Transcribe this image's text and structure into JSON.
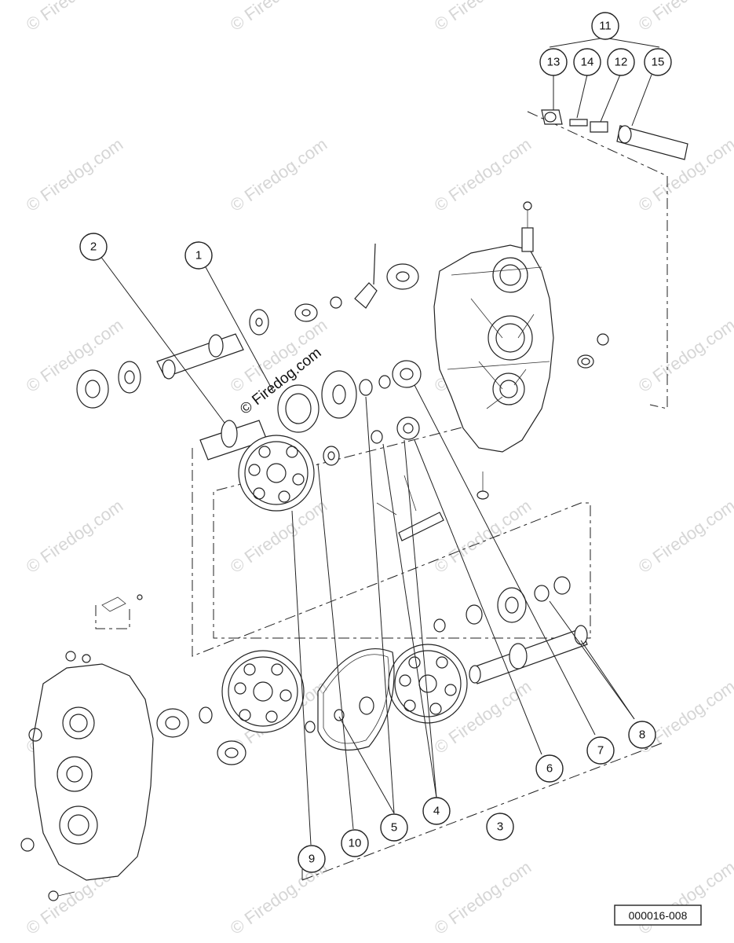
{
  "watermark": "© Firedog.com",
  "center_watermark": "© Firedog.com",
  "diagram_code": "000016-008",
  "callouts": [
    {
      "id": "c1",
      "label": "1"
    },
    {
      "id": "c2",
      "label": "2"
    },
    {
      "id": "c3",
      "label": "3"
    },
    {
      "id": "c4",
      "label": "4"
    },
    {
      "id": "c5",
      "label": "5"
    },
    {
      "id": "c6",
      "label": "6"
    },
    {
      "id": "c7",
      "label": "7"
    },
    {
      "id": "c8",
      "label": "8"
    },
    {
      "id": "c9",
      "label": "9"
    },
    {
      "id": "c10",
      "label": "10"
    },
    {
      "id": "c11",
      "label": "11"
    },
    {
      "id": "c12",
      "label": "12"
    },
    {
      "id": "c13",
      "label": "13"
    },
    {
      "id": "c14",
      "label": "14"
    },
    {
      "id": "c15",
      "label": "15"
    }
  ]
}
